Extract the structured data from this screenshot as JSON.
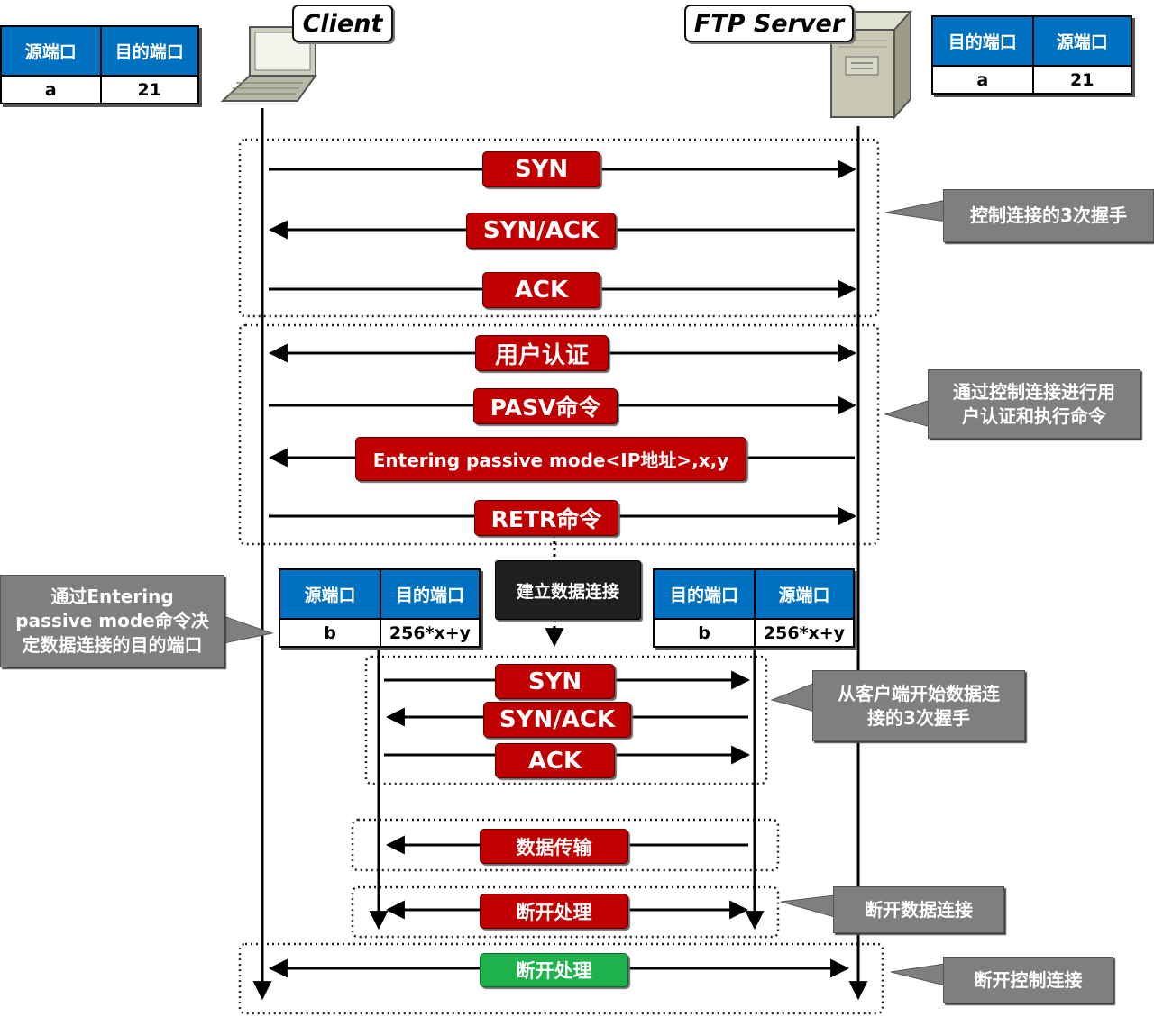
{
  "client_label": "Client",
  "server_label": "FTP Server",
  "client_ports": {
    "headers": [
      "源端口",
      "目的端口"
    ],
    "values": [
      "a",
      "21"
    ]
  },
  "server_ports": {
    "headers": [
      "目的端口",
      "源端口"
    ],
    "values": [
      "a",
      "21"
    ]
  },
  "client_data_ports": {
    "headers": [
      "源端口",
      "目的端口"
    ],
    "values": [
      "b",
      "256*x+y"
    ]
  },
  "server_data_ports": {
    "headers": [
      "目的端口",
      "源端口"
    ],
    "values": [
      "b",
      "256*x+y"
    ]
  },
  "control_messages": {
    "syn": "SYN",
    "synack": "SYN/ACK",
    "ack": "ACK",
    "auth": "用户认证",
    "pasv": "PASV命令",
    "entering": "Entering passive mode<IP地址>,x,y",
    "retr": "RETR命令"
  },
  "establish_label": "建立数据连接",
  "data_messages": {
    "syn": "SYN",
    "synack": "SYN/ACK",
    "ack": "ACK",
    "transfer": "数据传输",
    "close_data": "断开处理"
  },
  "close_control": "断开处理",
  "callouts": {
    "handshake": "控制连接的3次握手",
    "auth_cmd_line1": "通过控制连接进行用",
    "auth_cmd_line2": "户认证和执行命令",
    "passive_line1": "通过Entering",
    "passive_line2": "passive mode命令决",
    "passive_line3": "定数据连接的目的端口",
    "data_handshake_line1": "从客户端开始数据连",
    "data_handshake_line2": "接的3次握手",
    "close_data": "断开数据连接",
    "close_control": "断开控制连接"
  },
  "colors": {
    "message_red": "#c00000",
    "message_green": "#1fb14b",
    "table_header_blue": "#0070c0",
    "callout_gray": "#7f7f7f"
  },
  "icons": {
    "client": "laptop-icon",
    "server": "server-tower-icon"
  }
}
